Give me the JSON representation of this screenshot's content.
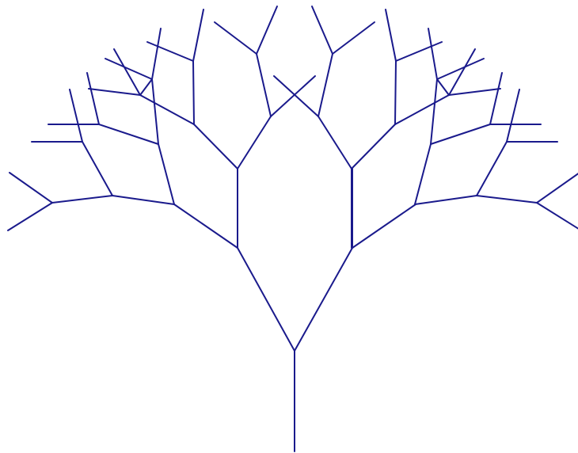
{
  "diagram": {
    "type": "fractal-tree",
    "stroke_color": "#1a1a8c",
    "background": "#ffffff",
    "depth": 6,
    "branching": "binary",
    "symmetry": "bilateral"
  }
}
